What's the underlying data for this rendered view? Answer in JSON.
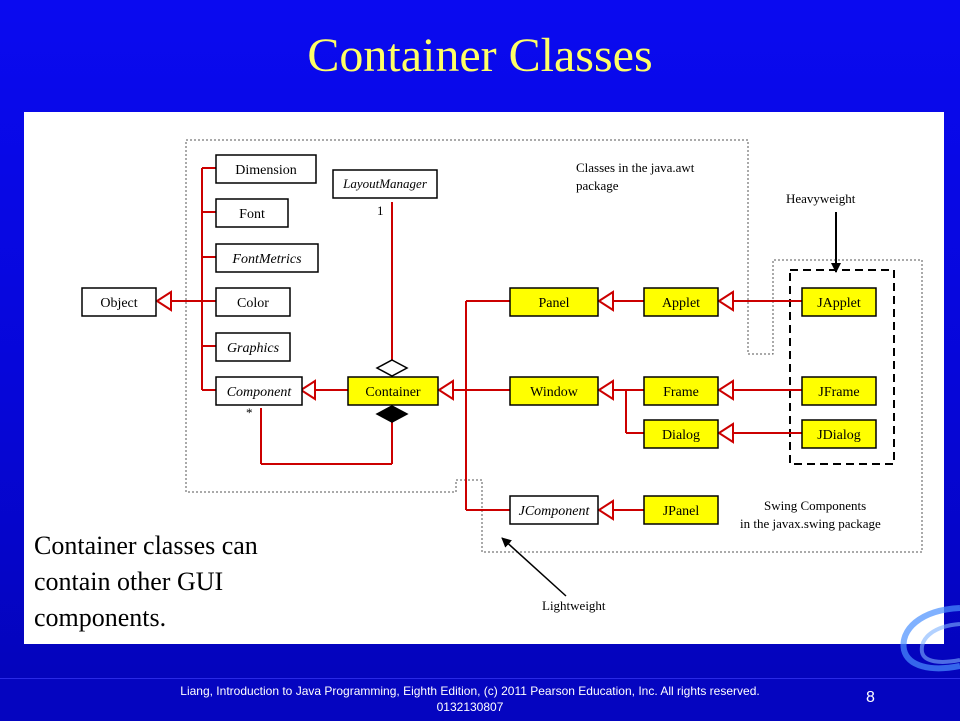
{
  "slide": {
    "title": "Container Classes",
    "caption": "Container classes can contain other GUI components.",
    "footer": "Liang, Introduction to Java Programming, Eighth Edition, (c) 2011 Pearson Education, Inc. All rights reserved. 0132130807",
    "page_number": "8"
  },
  "diagram": {
    "region_labels": {
      "awt_line1": "Classes in the java.awt",
      "awt_line2": "package",
      "swing_line1": "Swing Components",
      "swing_line2": "in the javax.swing package"
    },
    "annotations": {
      "heavyweight": "Heavyweight",
      "lightweight": "Lightweight",
      "multiplicity_one": "1",
      "multiplicity_many": "*"
    },
    "classes": {
      "object": "Object",
      "dimension": "Dimension",
      "font": "Font",
      "font_metrics": "FontMetrics",
      "color": "Color",
      "graphics": "Graphics",
      "component": "Component",
      "layout_manager": "LayoutManager",
      "container": "Container",
      "panel": "Panel",
      "applet": "Applet",
      "window": "Window",
      "frame": "Frame",
      "dialog": "Dialog",
      "japplet": "JApplet",
      "jframe": "JFrame",
      "jdialog": "JDialog",
      "jcomponent": "JComponent",
      "jpanel": "JPanel"
    },
    "colors": {
      "highlight_fill": "#ffff00",
      "relation_line": "#cc0000",
      "title_text": "#ffff66"
    }
  }
}
